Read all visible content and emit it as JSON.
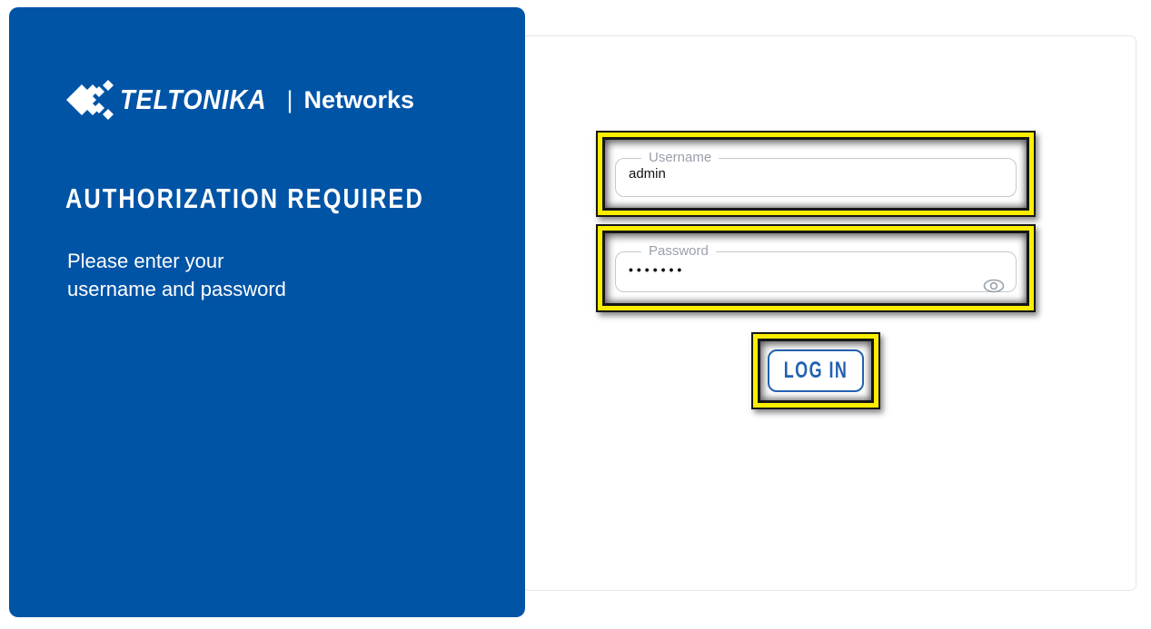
{
  "brand": {
    "logo_icon": "teltonika-chevrons-icon",
    "wordmark": "TELTONIKA",
    "separator": "|",
    "suffix": "Networks"
  },
  "panel": {
    "heading": "AUTHORIZATION REQUIRED",
    "subtitle_line1": "Please enter your",
    "subtitle_line2": "username and password"
  },
  "form": {
    "username": {
      "label": "Username",
      "value": "admin"
    },
    "password": {
      "label": "Password",
      "masked_value": "•••••••",
      "eye_icon": "eye-icon"
    },
    "login_button_label": "LOG IN"
  },
  "annotations": {
    "highlighted_elements": [
      "username-field",
      "password-field",
      "login-button"
    ],
    "highlight_color": "#fbee00"
  },
  "colors": {
    "brand_blue": "#0054a6",
    "button_blue": "#2261b0",
    "field_border_gray": "#c3c9cf",
    "label_gray": "#98a0ab",
    "highlight_yellow": "#fbee00"
  }
}
